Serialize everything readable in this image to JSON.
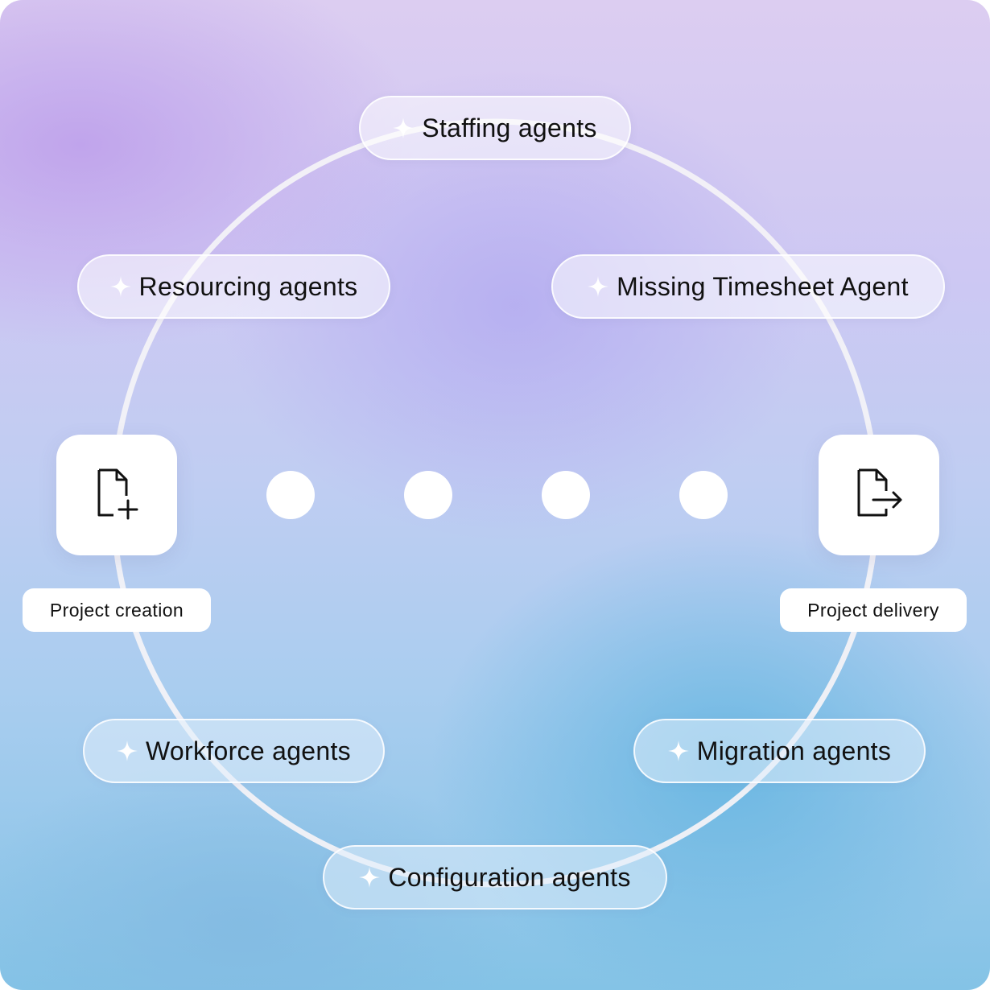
{
  "cycle_agents": [
    {
      "label": "Staffing agents",
      "icon": "sparkle-icon"
    },
    {
      "label": "Resourcing agents",
      "icon": "sparkle-icon"
    },
    {
      "label": "Missing Timesheet Agent",
      "icon": "sparkle-icon"
    },
    {
      "label": "Workforce agents",
      "icon": "sparkle-icon"
    },
    {
      "label": "Migration agents",
      "icon": "sparkle-icon"
    },
    {
      "label": "Configuration agents",
      "icon": "sparkle-icon"
    }
  ],
  "start": {
    "label": "Project creation",
    "icon": "file-plus-icon"
  },
  "end": {
    "label": "Project delivery",
    "icon": "file-export-icon"
  },
  "progress_dots": 4,
  "colors": {
    "ring": "#f4f3f7",
    "pill_bg": "#f2eefb",
    "text": "#111111",
    "tile": "#ffffff"
  }
}
